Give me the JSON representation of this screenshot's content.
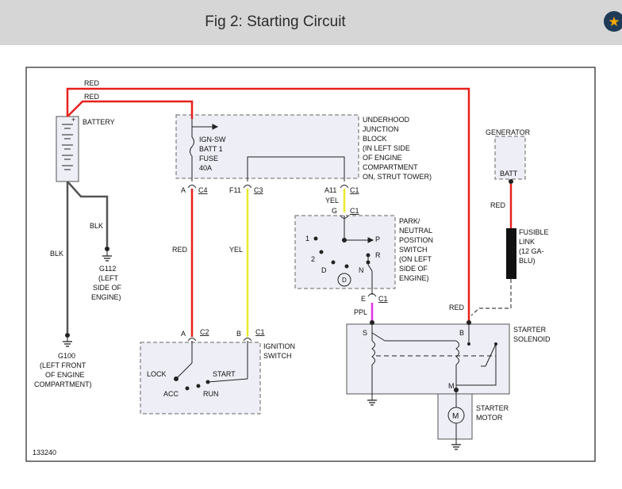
{
  "header": {
    "title": "Fig 2: Starting Circuit",
    "favorite_icon": "star-icon"
  },
  "colors": {
    "red": "#e8201c",
    "yellow": "#e9ea2b",
    "purple": "#e531e5",
    "gray_wire": "#555555",
    "box_fill": "#eeeef6"
  },
  "figure_id": "133240",
  "battery": {
    "label": "BATTERY",
    "plus": "+"
  },
  "junction": {
    "lines": [
      "UNDERHOOD",
      "JUNCTION",
      "BLOCK",
      "(IN LEFT SIDE",
      "OF ENGINE",
      "COMPARTMENT",
      "ON, STRUT TOWER)"
    ],
    "fuse_lines": [
      "IGN-SW",
      "BATT 1",
      "FUSE",
      "40A"
    ]
  },
  "connectors": {
    "a_c4": {
      "pin": "A",
      "conn": "C4"
    },
    "f11_c3": {
      "pin": "F11",
      "conn": "C3"
    },
    "a11_c1": {
      "pin": "A11",
      "conn": "C1"
    },
    "g_c1": {
      "pin": "G",
      "conn": "C1"
    },
    "e_c1": {
      "pin": "E",
      "conn": "C1"
    },
    "a_c2": {
      "pin": "A",
      "conn": "C2"
    },
    "b_c1": {
      "pin": "B",
      "conn": "C1"
    }
  },
  "wires": {
    "red": "RED",
    "blk": "BLK",
    "yel": "YEL",
    "ppl": "PPL"
  },
  "grounds": {
    "g112": {
      "lines": [
        "G112",
        "(LEFT",
        "SIDE OF",
        "ENGINE)"
      ]
    },
    "g100": {
      "lines": [
        "G100",
        "(LEFT FRONT",
        "OF ENGINE",
        "COMPARTMENT)"
      ]
    }
  },
  "pnp": {
    "lines": [
      "PARK/",
      "NEUTRAL",
      "POSITION",
      "SWITCH",
      "(ON LEFT",
      "SIDE OF",
      "ENGINE)"
    ],
    "positions": [
      "1",
      "2",
      "D",
      "N",
      "P",
      "R",
      "D"
    ]
  },
  "generator": {
    "label": "GENERATOR",
    "terminal": "BATT"
  },
  "fusible": {
    "lines": [
      "FUSIBLE",
      "LINK",
      "(12 GA-",
      "BLU)"
    ]
  },
  "ignition": {
    "lines": [
      "IGNITION",
      "SWITCH"
    ],
    "positions": [
      "LOCK",
      "START",
      "ACC",
      "RUN"
    ]
  },
  "solenoid": {
    "lines": [
      "STARTER",
      "SOLENOID"
    ],
    "terminals": [
      "S",
      "B",
      "M"
    ]
  },
  "motor": {
    "lines": [
      "STARTER",
      "MOTOR"
    ],
    "symbol": "M"
  }
}
